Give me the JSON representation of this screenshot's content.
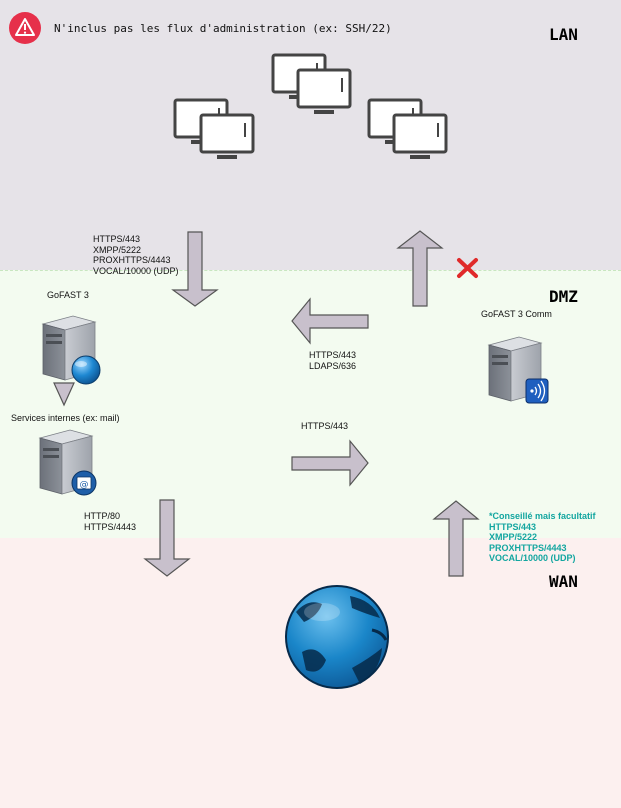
{
  "zones": {
    "lan": "LAN",
    "dmz": "DMZ",
    "wan": "WAN"
  },
  "warning": {
    "text": "N'inclus pas les flux d'administration (ex: SSH/22)"
  },
  "lan_to_dmz_flows": [
    "HTTPS/443",
    "XMPP/5222",
    "PROXHTTPS/4443",
    "VOCAL/10000 (UDP)"
  ],
  "gofast3_label": "GoFAST 3",
  "gofast3_comm_label": "GoFAST 3 Comm",
  "internal_services_label": "Services internes (ex: mail)",
  "comm_to_gofast3_flows": [
    "HTTPS/443",
    "LDAPS/636"
  ],
  "gofast3_to_comm_flows": [
    "HTTPS/443"
  ],
  "dmz_to_wan_flows": [
    "HTTP/80",
    "HTTPS/4443"
  ],
  "wan_to_comm_flows": [
    "*Conseillé mais facultatif",
    "HTTPS/443",
    "XMPP/5222",
    "PROXHTTPS/4443",
    "VOCAL/10000 (UDP)"
  ],
  "colors": {
    "lan": "#e6e3e8",
    "dmz": "#f3fbf0",
    "wan": "#fcf0ef",
    "arrow_fill": "#c8c0cc",
    "note_teal": "#13a6a0",
    "warning_red": "#e6304a",
    "globe": "#1a86c9"
  }
}
